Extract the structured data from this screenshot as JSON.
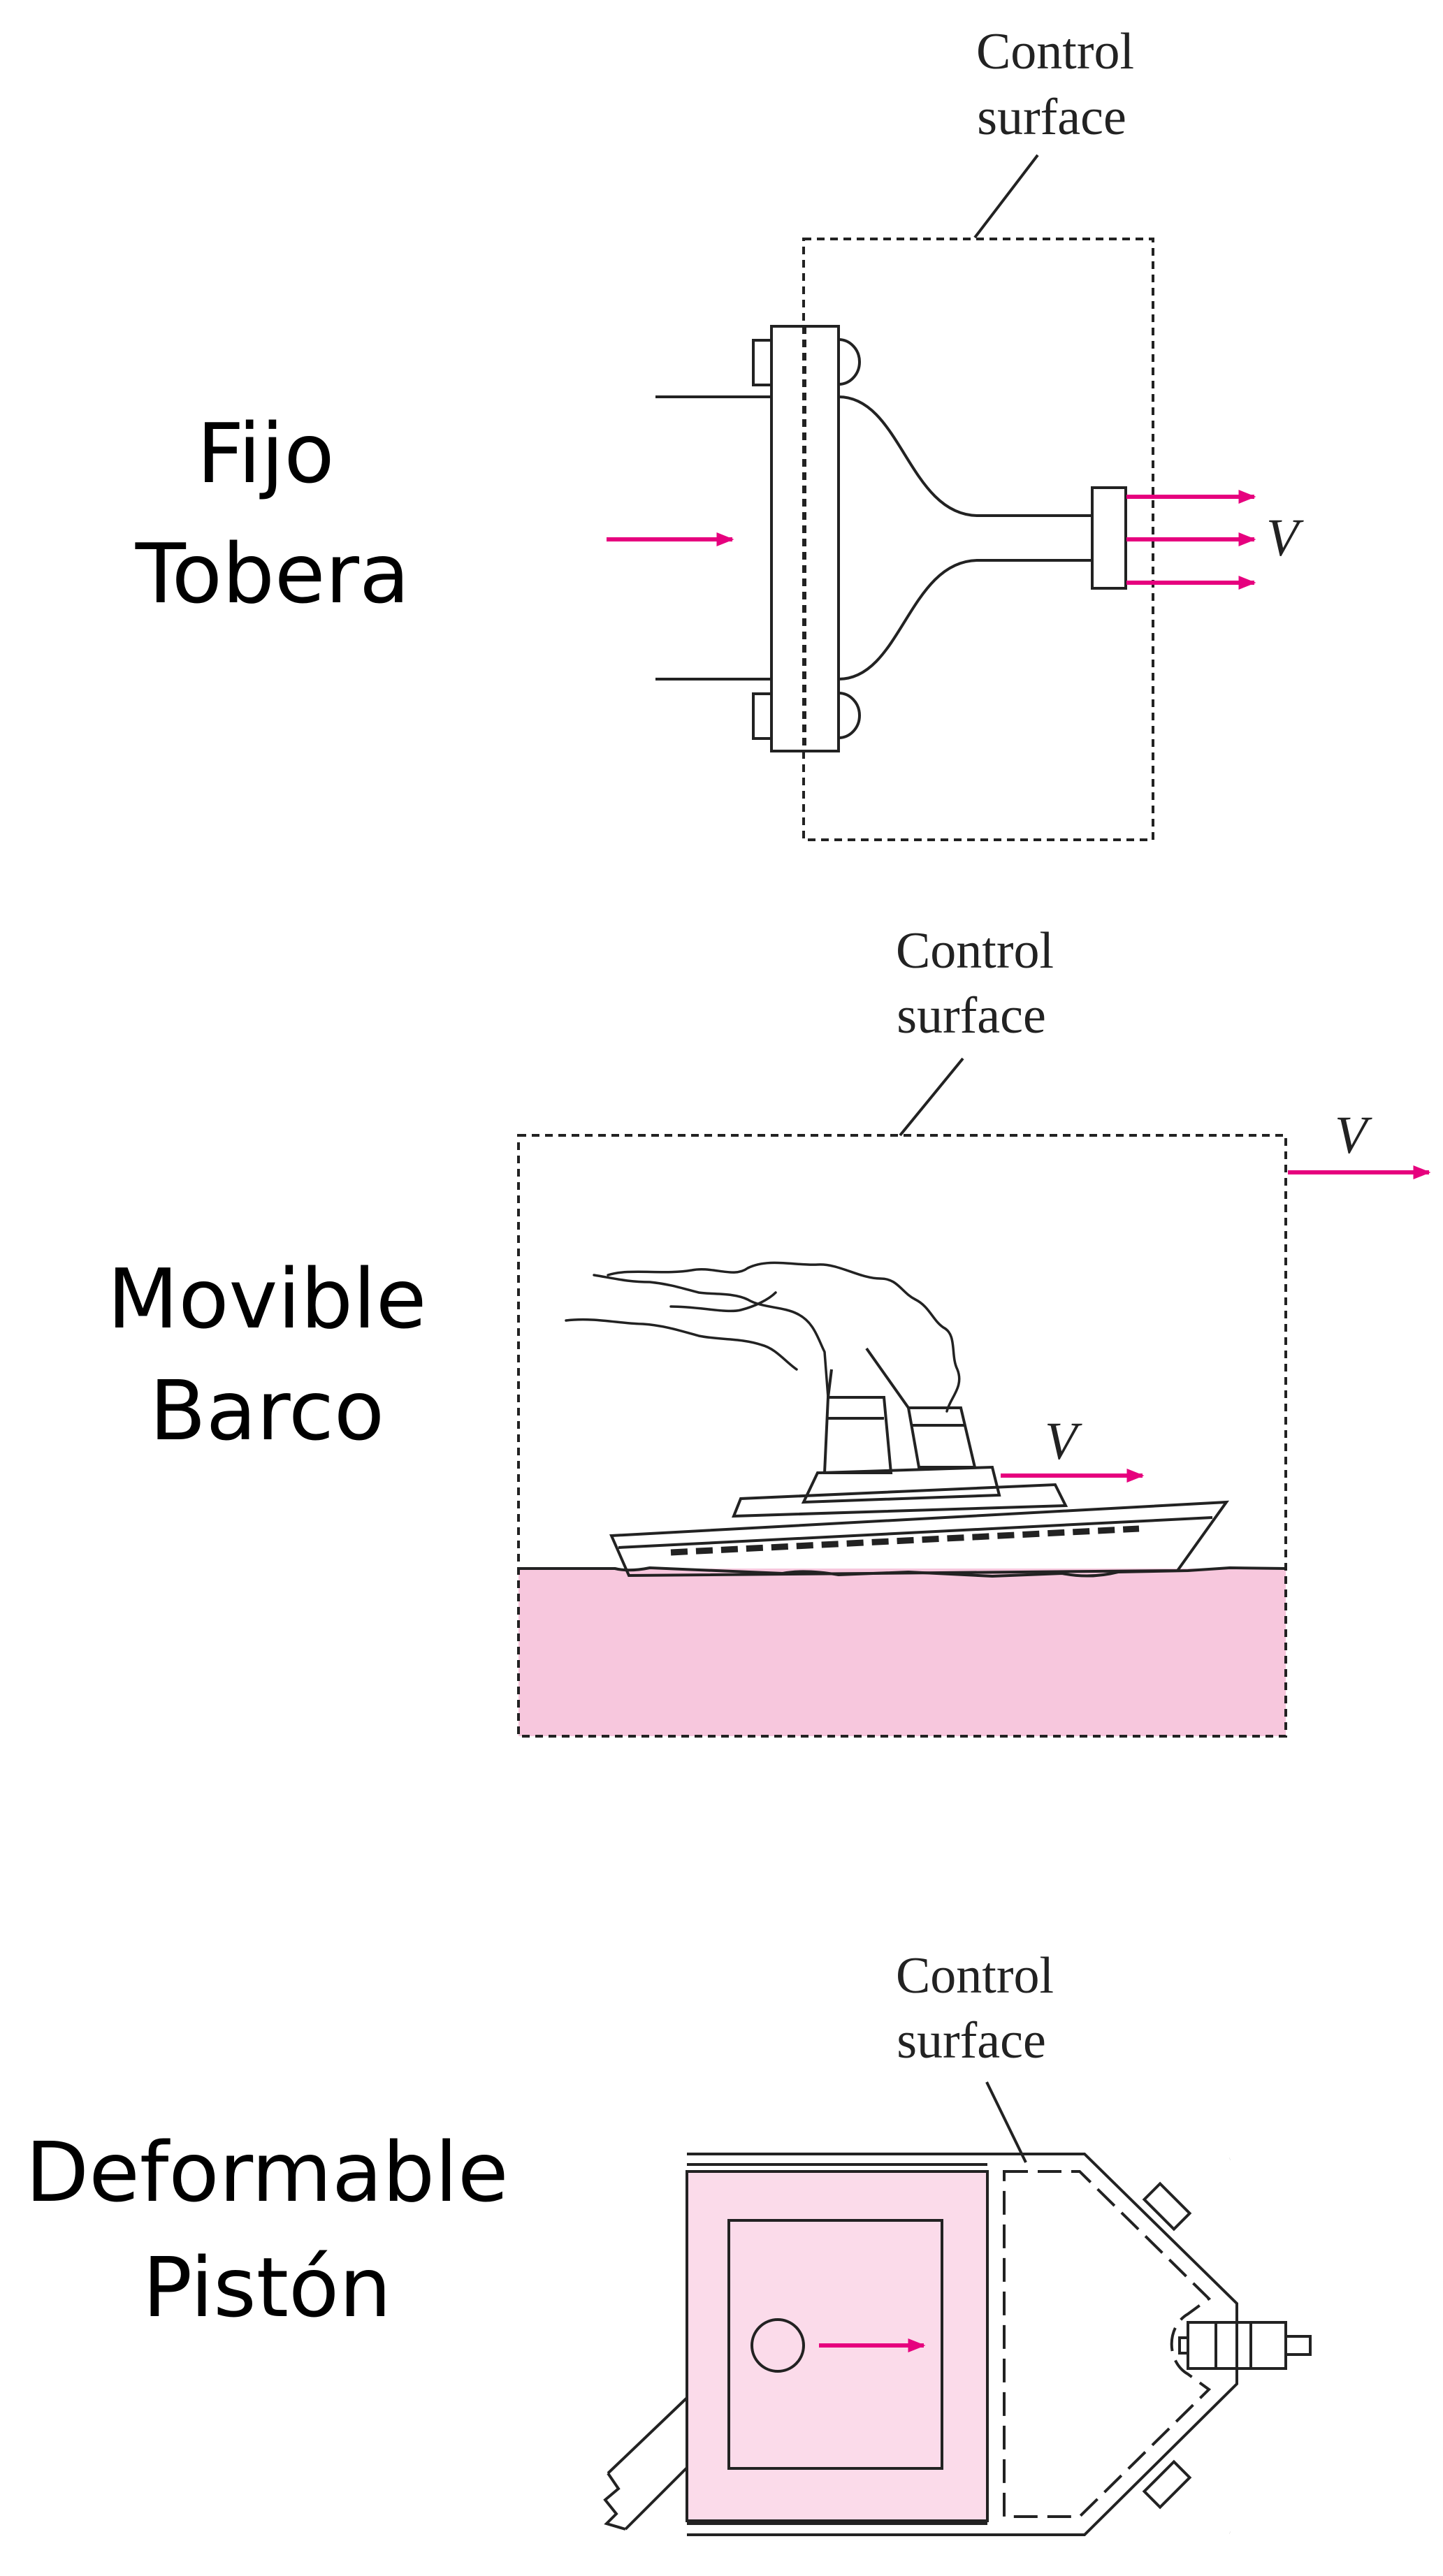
{
  "colors": {
    "accent": "#e6007e",
    "fluid_fill": "#f7c7dd",
    "piston_fill": "#fbdbea",
    "line": "#222222"
  },
  "panels": [
    {
      "title": "Fijo",
      "subtitle": "Tobera",
      "control_surface_label": [
        "Control",
        "surface"
      ],
      "velocity_label": "V"
    },
    {
      "title": "Movible",
      "subtitle": "Barco",
      "control_surface_label": [
        "Control",
        "surface"
      ],
      "velocity_label": "V",
      "velocity_label_boat": "V"
    },
    {
      "title": "Deformable",
      "subtitle": "Pistón",
      "control_surface_label": [
        "Control",
        "surface"
      ]
    }
  ]
}
